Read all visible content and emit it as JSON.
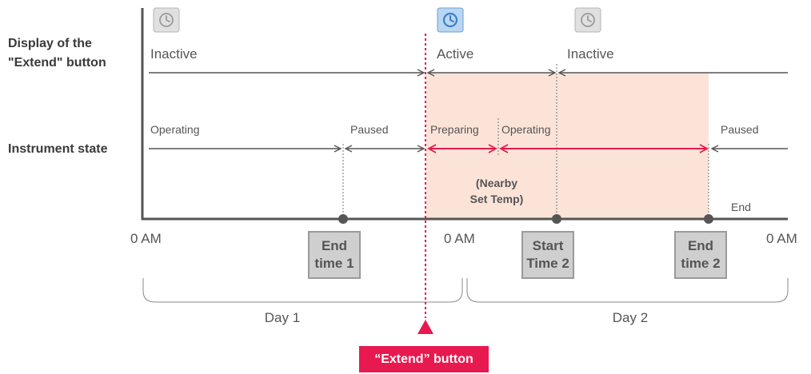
{
  "rows": {
    "display_label_line1": "Display of the",
    "display_label_line2": "\"Extend\" button",
    "instrument_label": "Instrument state"
  },
  "display_states": {
    "inactive_1": "Inactive",
    "active": "Active",
    "inactive_2": "Inactive"
  },
  "instrument_states": {
    "operating_1": "Operating",
    "paused_1": "Paused",
    "preparing": "Preparing",
    "operating_2": "Operating",
    "paused_2": "Paused",
    "nearby_line1": "(Nearby",
    "nearby_line2": "Set Temp)",
    "end": "End"
  },
  "time_axis": {
    "am_1": "0 AM",
    "am_2": "0 AM",
    "am_3": "0 AM",
    "day_1": "Day 1",
    "day_2": "Day 2"
  },
  "boxes": {
    "end_time_1": {
      "line1": "End",
      "line2": "time 1"
    },
    "start_time_2": {
      "line1": "Start",
      "line2": "Time 2"
    },
    "end_time_2": {
      "line1": "End",
      "line2": "time 2"
    }
  },
  "extend_button": {
    "label": "“Extend” button"
  },
  "icons": {
    "clock_inactive": "clock-icon",
    "clock_active": "clock-icon"
  },
  "colors": {
    "accent": "#e8194f",
    "highlight": "#fbe3d8",
    "axis": "#555555",
    "icon_active": "#3f7fc7",
    "icon_inactive": "#9a9a9a"
  }
}
